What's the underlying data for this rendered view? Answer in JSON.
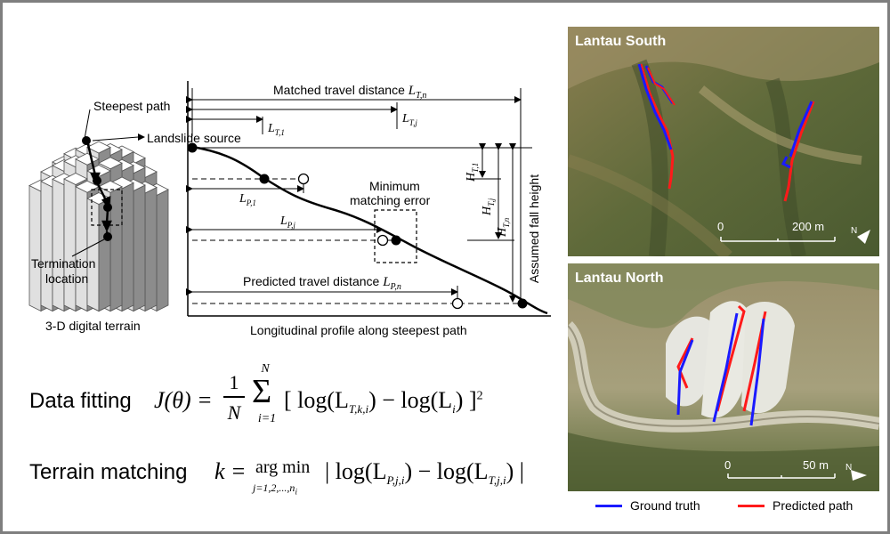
{
  "terrain": {
    "steepest_path": "Steepest path",
    "landslide_source": "Landslide source",
    "termination_line1": "Termination",
    "termination_line2": "location",
    "caption": "3-D digital terrain"
  },
  "profile": {
    "matched_travel": "Matched travel distance",
    "min_error_line1": "Minimum",
    "min_error_line2": "matching error",
    "predicted_travel": "Predicted travel distance",
    "fall_height": "Assumed fall height",
    "caption": "Longitudinal profile along steepest path",
    "sym_LTn": "L",
    "sub_LTn": "T,n",
    "sym_LT1": "L",
    "sub_LT1": "T,1",
    "sym_LTj": "L",
    "sub_LTj": "T,j",
    "sym_LP1": "L",
    "sub_LP1": "P,1",
    "sym_LPj": "L",
    "sub_LPj": "P,j",
    "sym_LPn": "L",
    "sub_LPn": "P,n",
    "sym_HT1": "H",
    "sub_HT1": "T,1",
    "sym_HTj": "H",
    "sub_HTj": "T,j",
    "sym_HTn": "H",
    "sub_HTn": "T,n"
  },
  "equations": {
    "data_fitting_label": "Data fitting",
    "terrain_matching_label": "Terrain matching",
    "j_theta": "J(θ) =",
    "frac_num": "1",
    "frac_den": "N",
    "sum_top": "N",
    "sum_bottom": "i=1",
    "fit_body": "[ log(L",
    "fit_sub1": "T,k,i",
    "fit_mid": ") − log(L",
    "fit_sub2": "i",
    "fit_end": ") ]",
    "fit_power": "2",
    "k_eq": "k =",
    "argmin": "arg min",
    "argmin_sub": "j=1,2,...,n",
    "argmin_sub_i": "i",
    "match_body": "| log(L",
    "match_sub1": "P,j,i",
    "match_mid": ") − log(L",
    "match_sub2": "T,j,i",
    "match_end": ") |"
  },
  "maps": {
    "south_title": "Lantau South",
    "north_title": "Lantau North",
    "south_scale_0": "0",
    "south_scale_end": "200 m",
    "north_scale_0": "0",
    "north_scale_end": "50 m"
  },
  "legend": {
    "ground_truth": "Ground truth",
    "predicted_path": "Predicted path",
    "ground_color": "#1a1aff",
    "predicted_color": "#ff1a1a"
  }
}
